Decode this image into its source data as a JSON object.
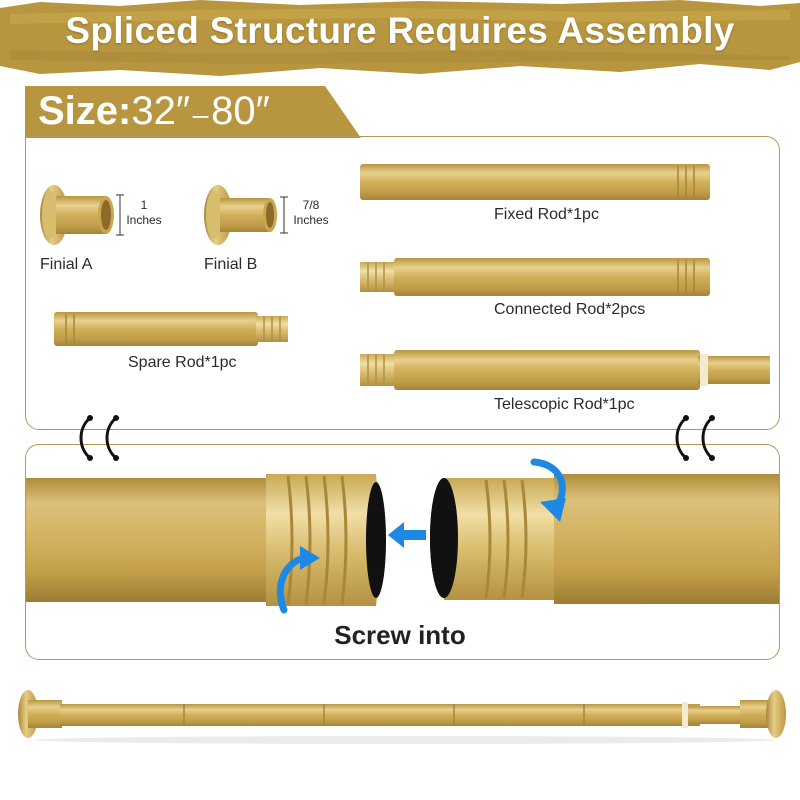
{
  "header": {
    "title": "Spliced Structure Requires Assembly"
  },
  "size": {
    "label": "Size:",
    "range": "32″₋80″"
  },
  "parts": {
    "finial_a": {
      "name": "Finial A",
      "dim_value": "1",
      "dim_unit": "Inches"
    },
    "finial_b": {
      "name": "Finial B",
      "dim_value": "7/8",
      "dim_unit": "Inches"
    },
    "fixed_rod": {
      "name": "Fixed Rod*1pc"
    },
    "connected_rod": {
      "name": "Connected Rod*2pcs"
    },
    "spare_rod": {
      "name": "Spare Rod*1pc"
    },
    "telescopic_rod": {
      "name": "Telescopic Rod*1pc"
    }
  },
  "assembly": {
    "caption": "Screw into"
  },
  "colors": {
    "gold": "#c9a84c",
    "gold_dark": "#a8873a",
    "gold_light": "#e6cf8c",
    "arrow_blue": "#1e88e5",
    "border": "#b8985a"
  }
}
